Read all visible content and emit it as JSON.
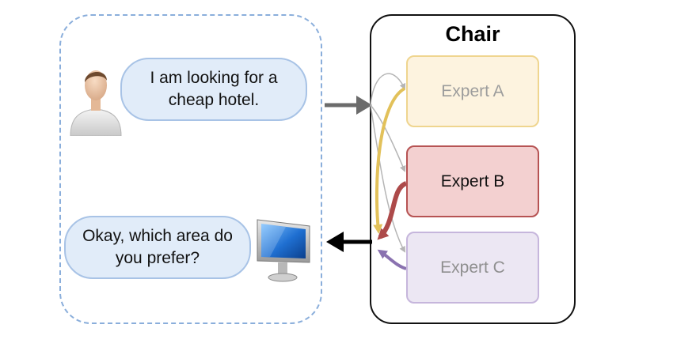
{
  "dialogue": {
    "user_utterance": [
      "I am looking for a",
      "cheap hotel."
    ],
    "system_utterance": [
      "Okay, which area do",
      "you prefer?"
    ]
  },
  "chair": {
    "title": "Chair",
    "experts": [
      {
        "label": "Expert A",
        "color": "#e2c15a"
      },
      {
        "label": "Expert B",
        "color": "#ad4a4a"
      },
      {
        "label": "Expert C",
        "color": "#8a72b0"
      }
    ]
  },
  "colors": {
    "input_arrow": "#6b6b6b",
    "output_arrow": "#000000",
    "gating_arrows": "#b5b5b5",
    "dialogue_border": "#8aaedb",
    "bubble_fill": "#e1ecf9"
  },
  "icons": {
    "user": "user-icon",
    "computer": "computer-icon"
  }
}
